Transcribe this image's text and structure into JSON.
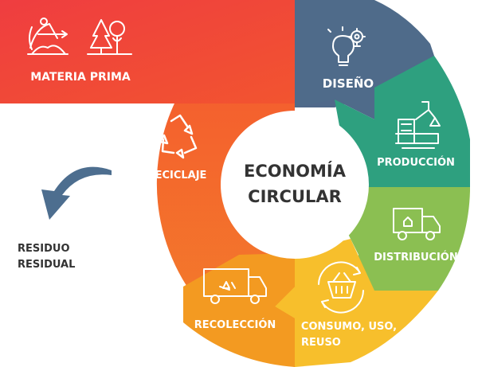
{
  "title": {
    "line1": "ECONOMÍA",
    "line2": "CIRCULAR"
  },
  "stages": {
    "materia_prima": {
      "label": "MATERIA PRIMA",
      "color": "#ee3b3f",
      "icons": [
        "archer-icon",
        "trees-icon"
      ]
    },
    "diseno": {
      "label": "DISEÑO",
      "color": "#4f6b8a",
      "icon": "lightbulb-gear-icon"
    },
    "produccion": {
      "label": "PRODUCCIÓN",
      "color": "#2fa080",
      "icon": "factory-robot-icon"
    },
    "distribucion": {
      "label": "DISTRIBUCIÓN",
      "color": "#8bbf52",
      "icon": "delivery-truck-icon"
    },
    "consumo": {
      "line1": "CONSUMO, USO,",
      "line2": "REUSO",
      "color": "#f7bf2c",
      "icon": "basket-cycle-icon"
    },
    "recoleccion": {
      "label": "RECOLECCIÓN",
      "color": "#f39a21",
      "icon": "recycling-truck-icon"
    },
    "reciclaje": {
      "label": "RECICLAJE",
      "color": "#f26c2d",
      "icon": "recycle-icon"
    }
  },
  "residuo": {
    "line1": "RESIDUO",
    "line2": "RESIDUAL",
    "arrow_color": "#4d6e8f"
  }
}
